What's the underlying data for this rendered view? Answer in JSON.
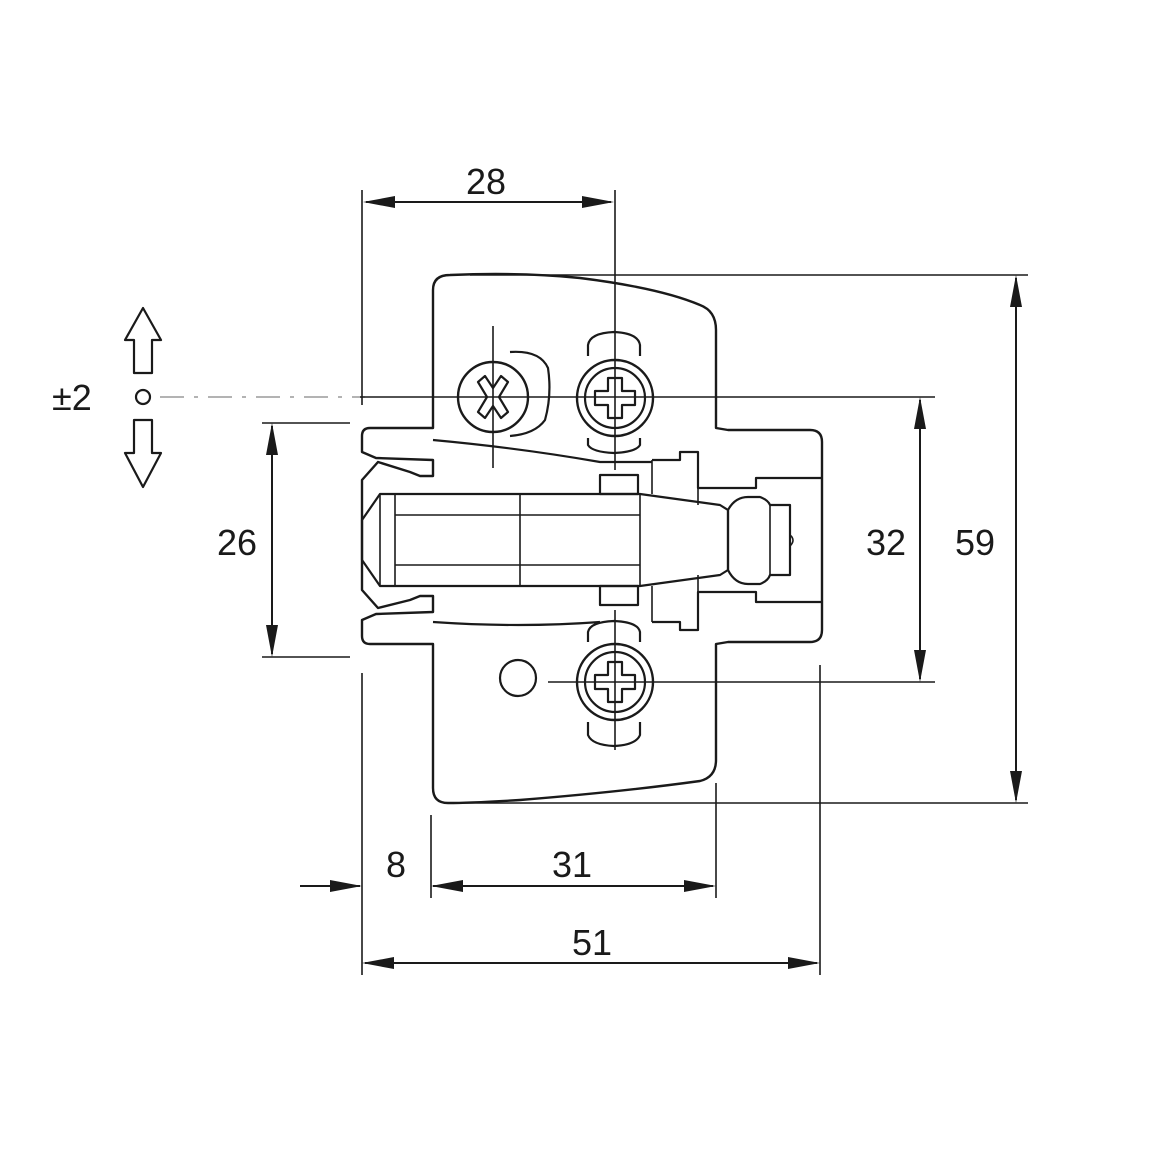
{
  "dimensions": {
    "top_width": "28",
    "left_height": "26",
    "inner_height": "32",
    "total_height": "59",
    "bottom_offset": "8",
    "bottom_mid": "31",
    "total_width": "51"
  },
  "adjustment": {
    "label": "±2"
  },
  "colors": {
    "line": "#1a1a1a",
    "centerline": "#9a9a9a",
    "background": "#ffffff"
  }
}
